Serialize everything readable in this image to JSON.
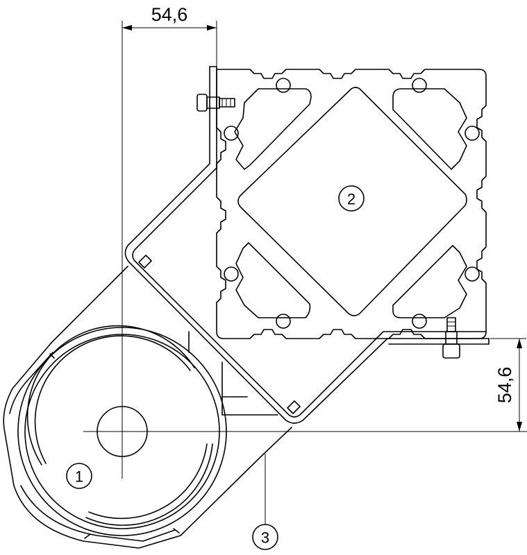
{
  "dimensions": {
    "top": "54,6",
    "right": "54,6"
  },
  "callouts": [
    {
      "id": "1"
    },
    {
      "id": "2"
    },
    {
      "id": "3"
    }
  ]
}
